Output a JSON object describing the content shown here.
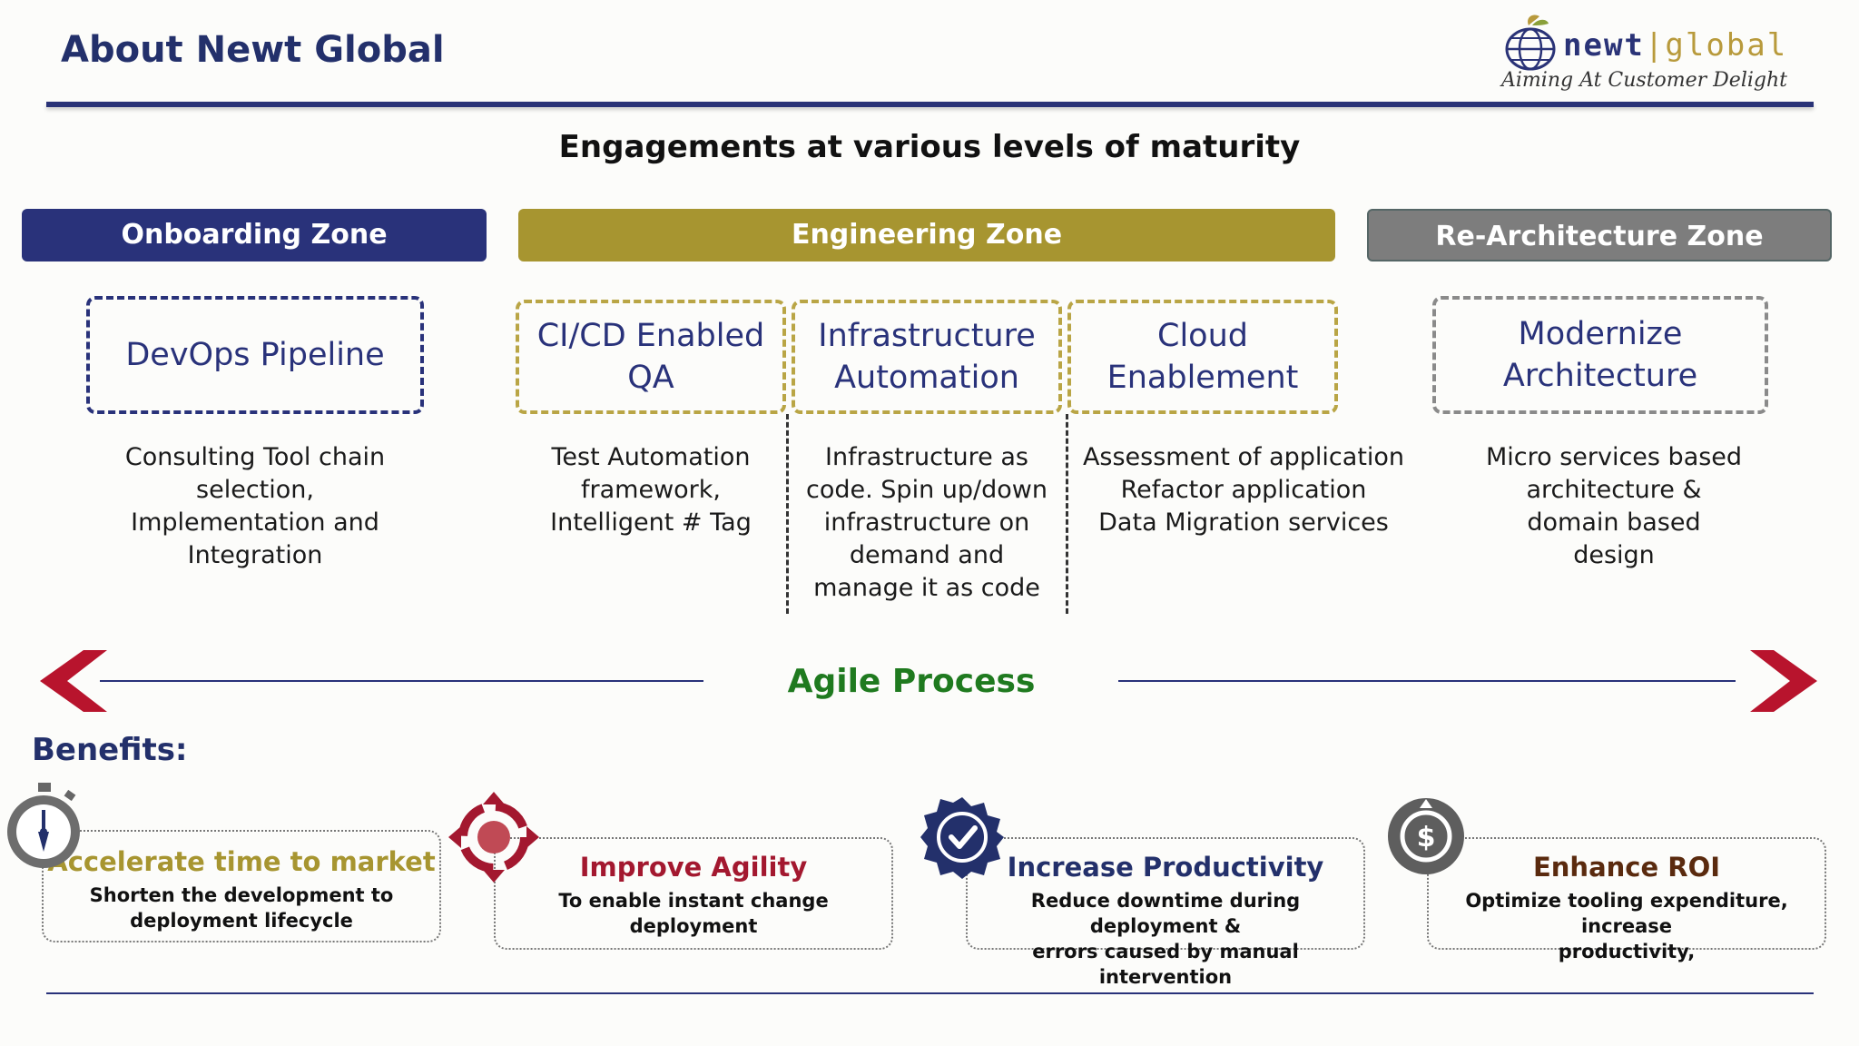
{
  "header": {
    "title": "About Newt Global",
    "logo": {
      "word_left": "newt",
      "separator": "|",
      "word_right": "global",
      "tagline": "Aiming At Customer Delight"
    }
  },
  "subtitle": "Engagements at various levels of maturity",
  "zones": [
    {
      "label": "Onboarding Zone",
      "color": "#29327a"
    },
    {
      "label": "Engineering Zone",
      "color": "#a79530"
    },
    {
      "label": "Re-Architecture Zone",
      "color": "#7d7d7d"
    }
  ],
  "engagements": [
    {
      "title": "DevOps Pipeline",
      "desc": [
        "Consulting Tool chain",
        "selection,",
        "Implementation and",
        "Integration"
      ]
    },
    {
      "title": [
        "CI/CD Enabled",
        "QA"
      ],
      "desc": [
        "Test Automation",
        "framework,",
        "Intelligent # Tag"
      ]
    },
    {
      "title": [
        "Infrastructure",
        "Automation"
      ],
      "desc": [
        "Infrastructure as",
        "code. Spin up/down",
        "infrastructure on",
        "demand and",
        "manage it as code"
      ]
    },
    {
      "title": [
        "Cloud",
        "Enablement"
      ],
      "desc": [
        "Assessment of application",
        "Refactor application",
        "Data Migration services"
      ]
    },
    {
      "title": [
        "Modernize",
        "Architecture"
      ],
      "desc": [
        "Micro services based",
        "architecture &",
        "domain based",
        "design"
      ]
    }
  ],
  "agile": {
    "label": "Agile Process",
    "arrow_color": "#b8142d"
  },
  "benefits": {
    "label": "Benefits:",
    "items": [
      {
        "title": "Accelerate time to market",
        "text": [
          "Shorten the development to",
          "deployment lifecycle"
        ],
        "icon": "stopwatch-icon",
        "color": "#a79530"
      },
      {
        "title": "Improve Agility",
        "text": [
          "To enable instant change deployment"
        ],
        "icon": "cycle-arrows-icon",
        "color": "#a3182f"
      },
      {
        "title": "Increase Productivity",
        "text": [
          "Reduce downtime during deployment &",
          "errors caused by manual intervention"
        ],
        "icon": "check-badge-icon",
        "color": "#23306b"
      },
      {
        "title": "Enhance ROI",
        "text": [
          "Optimize tooling expenditure, increase",
          "productivity,"
        ],
        "icon": "dollar-coin-icon",
        "color": "#5a2a0e"
      }
    ]
  }
}
